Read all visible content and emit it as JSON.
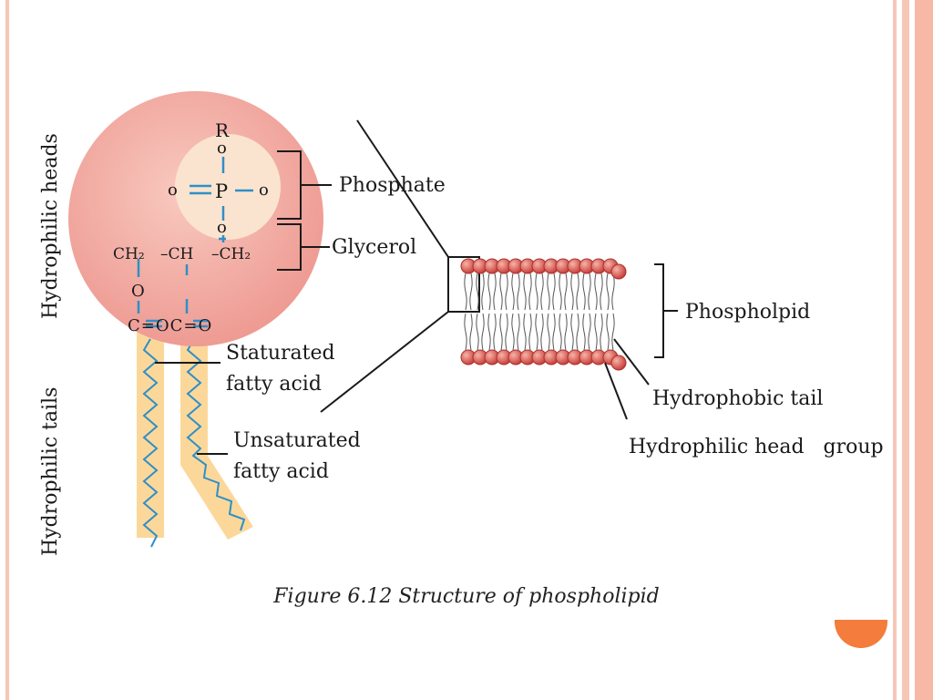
{
  "colors": {
    "head_fill": "#f1a7a0",
    "head_core": "#fbe4cf",
    "tail_band": "#fbd89a",
    "bond_blue": "#2f8fc7",
    "bead": "#d9534f",
    "accent_orange": "#f47c3c",
    "stripe_pink": "#f6c7b6"
  },
  "side_labels": {
    "heads": "Hydrophilic heads",
    "tails": "Hydrophilic tails"
  },
  "chemistry": {
    "r": "R",
    "o_top": "o",
    "o_left": "o",
    "equals_p": "=",
    "p": "P",
    "dash_o_right": "—o",
    "o_bottom": "o",
    "ch2_left": "CH₂",
    "ch_mid": "–CH",
    "ch2_right": "–CH₂",
    "o_ester": "O",
    "carbonyl": "C=OC=O"
  },
  "labels": {
    "phosphate": "Phosphate",
    "glycerol": "Glycerol",
    "saturated_1": "Staturated",
    "saturated_2": "fatty acid",
    "unsaturated_1": "Unsaturated",
    "unsaturated_2": "fatty acid",
    "phospholipid": "Phospholpid",
    "hydrophobic_tail": "Hydrophobic tail",
    "hydrophilic_head_group": "Hydrophilic head   group"
  },
  "caption": "Figure 6.12 Structure of phospholipid"
}
